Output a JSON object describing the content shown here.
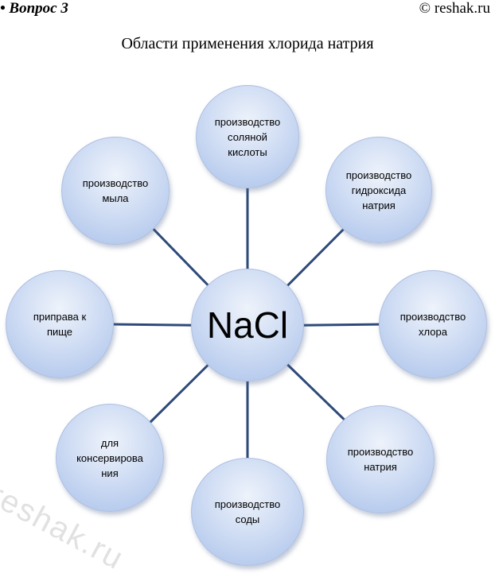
{
  "header": {
    "left": "• Вопрос 3",
    "right": "© reshak.ru"
  },
  "title": "Области применения хлорида натрия",
  "center": "NaCl",
  "nodes": [
    "производство\nсоляной\nкислоты",
    "производство\nгидроксида\nнатрия",
    "производство\nхлора",
    "производство\nнатрия",
    "производство\nсоды",
    "для\nконсервирова\nния",
    "приправа к\nпище",
    "производство\nмыла"
  ],
  "watermark": "reshak.ru",
  "colors": {
    "node_fill": "#c9d8f2",
    "edge": "#2e4a7a"
  }
}
